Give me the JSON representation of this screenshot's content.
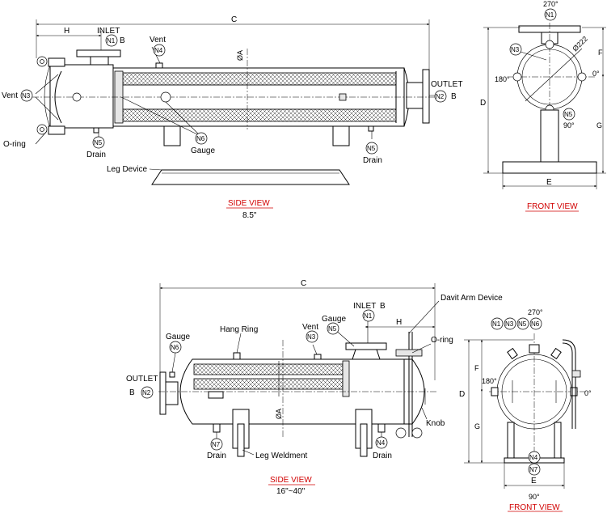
{
  "top_side_view": {
    "title": "SIDE VIEW",
    "size": "8.5\"",
    "dim_c": "C",
    "dim_h": "H",
    "dim_diameter": "ØA",
    "inlet_label": "INLET",
    "inlet_nozzle": "N1",
    "inlet_b": "B",
    "vent_label": "Vent",
    "vent_nozzle": "N4",
    "outlet_label": "OUTLET",
    "outlet_nozzle": "N2",
    "outlet_b": "B",
    "left_vent_label": "Vent",
    "left_vent_nozzle": "N3",
    "oring_label": "O-ring",
    "drain_left_nozzle": "N5",
    "drain_left_label": "Drain",
    "gauge_nozzle": "N6",
    "gauge_label": "Gauge",
    "drain_right_nozzle": "N5",
    "drain_right_label": "Drain",
    "leg_label": "Leg Device"
  },
  "top_front_view": {
    "title": "FRONT VIEW",
    "angle_top": "270°",
    "nozzle_top": "N1",
    "nozzle_n3": "N3",
    "diameter_label": "Ø222",
    "angle_left": "180°",
    "angle_right": "0°",
    "nozzle_n5": "N5",
    "angle_bottom": "90°",
    "dim_d": "D",
    "dim_f": "F",
    "dim_g": "G",
    "dim_e": "E"
  },
  "bottom_side_view": {
    "title": "SIDE VIEW",
    "size": "16\"~40\"",
    "dim_c": "C",
    "dim_h": "H",
    "dim_diameter": "ØA",
    "davit_label": "Davit Arm Device",
    "inlet_label": "INLET",
    "inlet_b": "B",
    "inlet_nozzle": "N1",
    "gauge_right_label": "Gauge",
    "gauge_right_nozzle": "N5",
    "vent_label": "Vent",
    "vent_nozzle": "N3",
    "hang_ring_label": "Hang Ring",
    "gauge_left_label": "Gauge",
    "gauge_left_nozzle": "N6",
    "outlet_label": "OUTLET",
    "outlet_b": "B",
    "outlet_nozzle": "N2",
    "oring_label": "O-ring",
    "knob_label": "Knob",
    "drain_left_nozzle": "N7",
    "drain_left_label": "Drain",
    "leg_label": "Leg Weldment",
    "drain_right_nozzle": "N4",
    "drain_right_label": "Drain"
  },
  "bottom_front_view": {
    "title": "FRONT VIEW",
    "angle_top": "270°",
    "nozzles_top": [
      "N1",
      "N3",
      "N5",
      "N6"
    ],
    "angle_left": "180°",
    "angle_right": "0°",
    "nozzle_bottom_1": "N4",
    "nozzle_bottom_2": "N7",
    "angle_bottom": "90°",
    "dim_d": "D",
    "dim_f": "F",
    "dim_g": "G",
    "dim_e": "E"
  }
}
